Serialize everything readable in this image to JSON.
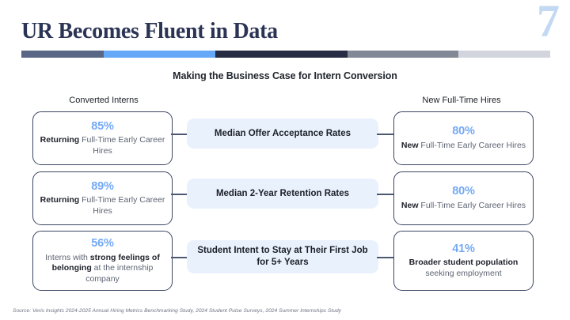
{
  "header": {
    "title": "UR Becomes Fluent in Data",
    "page_number": "7",
    "subtitle": "Making the Business Case for Intern Conversion",
    "rule_segments": [
      {
        "color": "#5a6686",
        "width": 104
      },
      {
        "color": "#66a8f8",
        "width": 141
      },
      {
        "color": "#252c44",
        "width": 167
      },
      {
        "color": "#808995",
        "width": 140
      },
      {
        "color": "#d2d5de",
        "width": 116
      }
    ]
  },
  "columns": {
    "left_header": "Converted Interns",
    "right_header": "New Full-Time Hires"
  },
  "colors": {
    "accent_blue": "#74a9f4",
    "navy": "#2b3454",
    "card_border": "#3b4663",
    "midbox_bg": "#e9f1fc",
    "page_num": "#c3d8f2"
  },
  "rows": [
    {
      "left": {
        "percent": "85%",
        "text_bold": "Returning",
        "text_rest": " Full-Time Early Career Hires"
      },
      "middle": {
        "label": "Median Offer Acceptance Rates"
      },
      "right": {
        "percent": "80%",
        "text_bold": "New",
        "text_rest": " Full-Time Early Career Hires"
      }
    },
    {
      "left": {
        "percent": "89%",
        "text_bold": "Returning",
        "text_rest": " Full-Time Early Career Hires"
      },
      "middle": {
        "label": "Median 2-Year Retention Rates"
      },
      "right": {
        "percent": "80%",
        "text_bold": "New",
        "text_rest": " Full-Time Early Career Hires"
      }
    },
    {
      "left": {
        "percent": "56%",
        "text_pre": "Interns with ",
        "text_bold": "strong feelings of belonging",
        "text_rest": " at the internship company"
      },
      "middle": {
        "label": "Student Intent to Stay at Their First Job for 5+ Years"
      },
      "right": {
        "percent": "41%",
        "text_bold": "Broader student population",
        "text_rest": " seeking employment"
      }
    }
  ],
  "footer": {
    "source": "Source: Veris Insights 2024-2025 Annual Hiring Metrics Benchmarking Study, 2024 Student Pulse Surveys, 2024 Summer Internships Study"
  }
}
